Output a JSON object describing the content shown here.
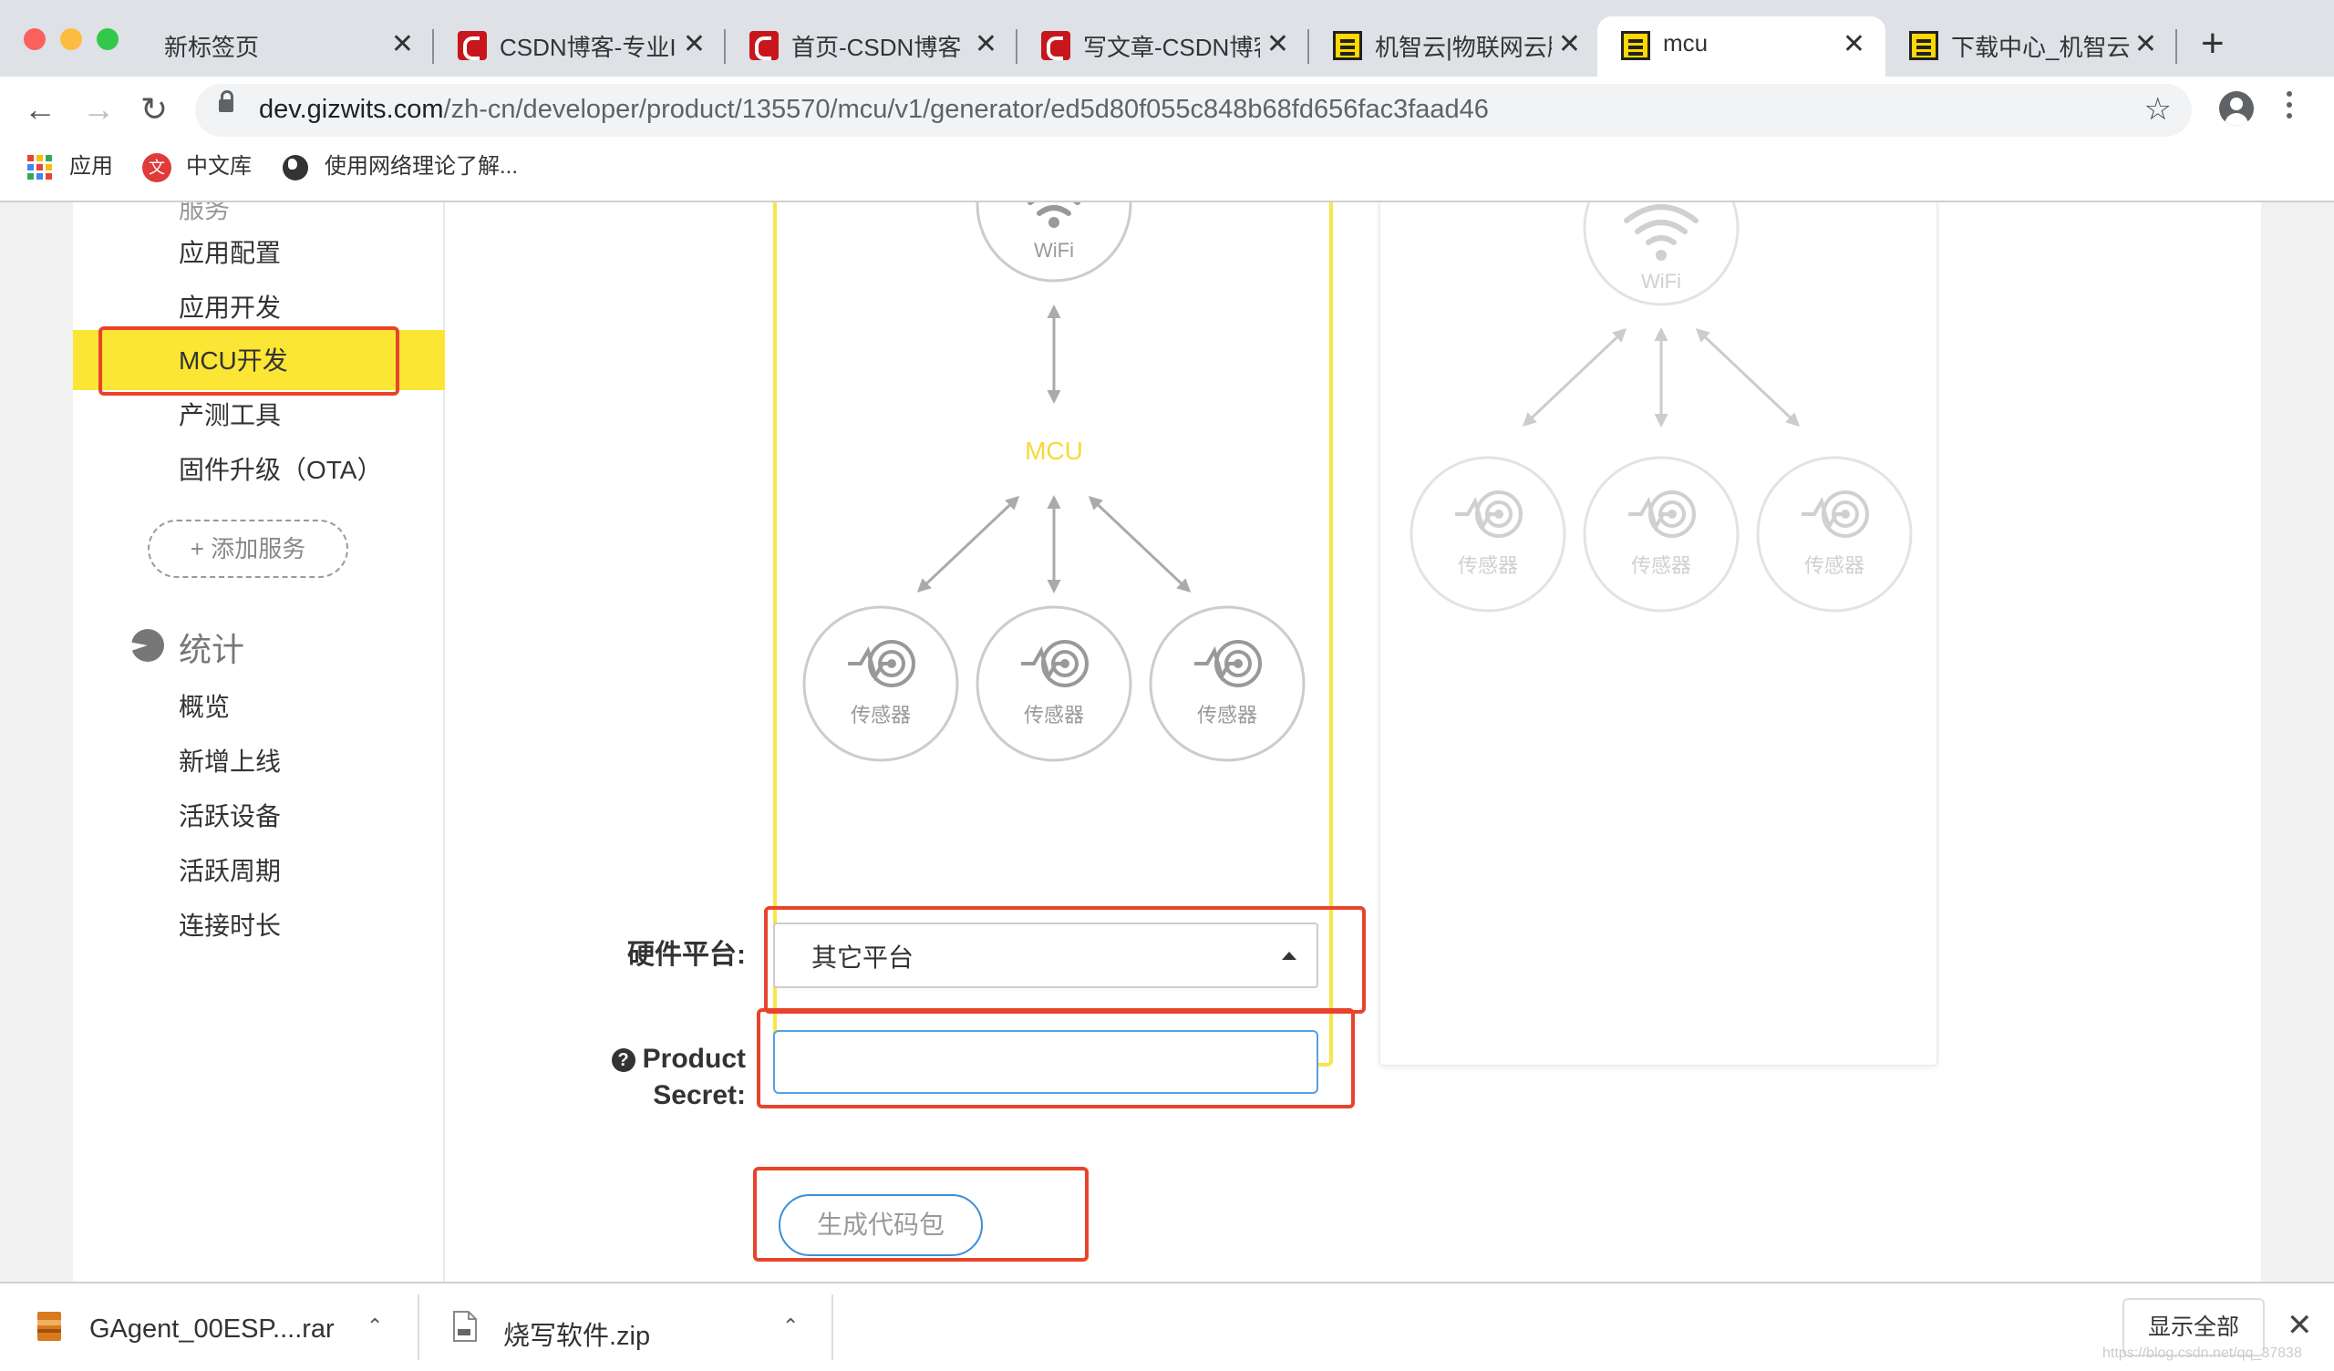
{
  "browser": {
    "tabs": [
      {
        "title": "新标签页",
        "favicon": "none-icon"
      },
      {
        "title": "CSDN博客-专业IT",
        "favicon": "csdn-icon"
      },
      {
        "title": "首页-CSDN博客",
        "favicon": "csdn-icon"
      },
      {
        "title": "写文章-CSDN博客",
        "favicon": "csdn-icon"
      },
      {
        "title": "机智云|物联网云服",
        "favicon": "gizwits-icon"
      },
      {
        "title": "mcu",
        "favicon": "gizwits-icon",
        "active": true
      },
      {
        "title": "下载中心_机智云",
        "favicon": "gizwits-icon"
      }
    ],
    "close_glyph": "✕",
    "new_tab_glyph": "+",
    "url_host": "dev.gizwits.com",
    "url_path": "/zh-cn/developer/product/135570/mcu/v1/generator/ed5d80f055c848b68fd656fac3faad46",
    "bookmarks": [
      "应用",
      "中文库",
      "使用网络理论了解..."
    ],
    "bookmark_zwk_glyph": "文"
  },
  "sidebar": {
    "section_cut": "服务",
    "service_items": [
      "应用配置",
      "应用开发",
      "MCU开发",
      "产测工具",
      "固件升级（OTA）"
    ],
    "active_item": "MCU开发",
    "add_service": "+ 添加服务",
    "stats_title": "统计",
    "stats_items": [
      "概览",
      "新增上线",
      "活跃设备",
      "活跃周期",
      "连接时长"
    ]
  },
  "diagram": {
    "wifi_label": "WiFi",
    "mcu_label": "MCU",
    "sensor_label": "传感器"
  },
  "form": {
    "platform_label": "硬件平台:",
    "platform_value": "其它平台",
    "secret_label_1": "Product",
    "secret_label_2": "Secret:",
    "secret_value": "",
    "help_glyph": "?",
    "generate_button": "生成代码包"
  },
  "downloads": {
    "files": [
      "GAgent_00ESP....rar",
      "烧写软件.zip"
    ],
    "chevron": "⌃",
    "show_all": "显示全部",
    "close": "✕"
  },
  "watermark": "https://blog.csdn.net/qq_37838"
}
